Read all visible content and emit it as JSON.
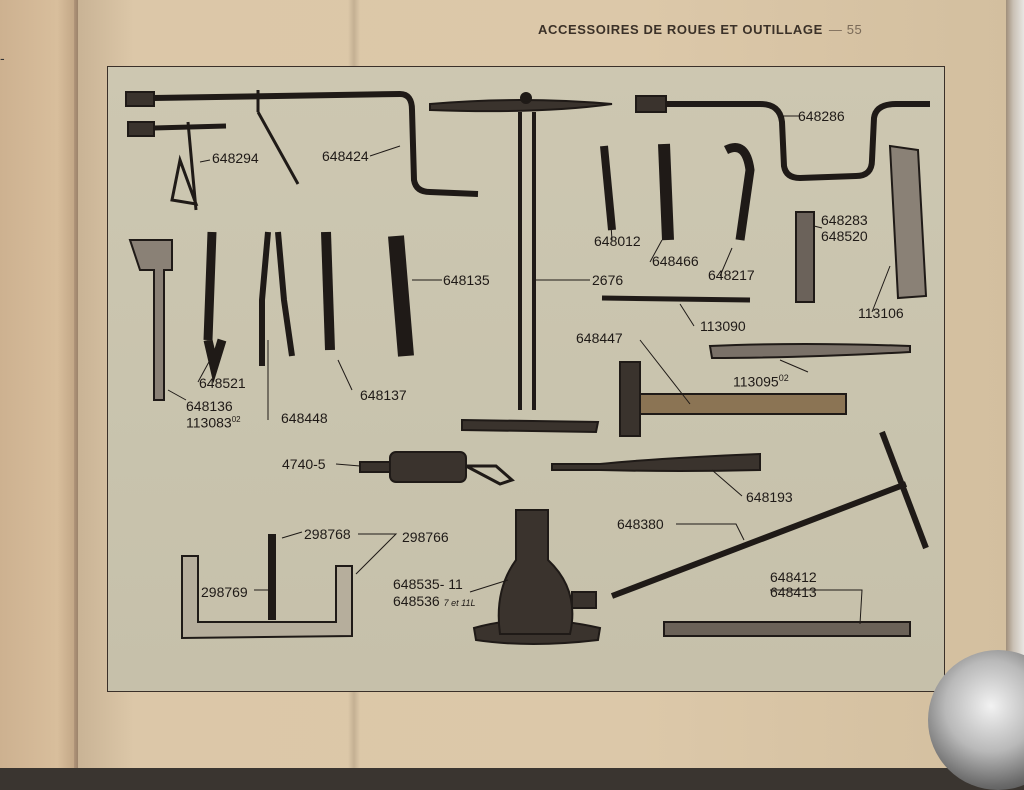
{
  "header": {
    "title": "ACCESSOIRES DE ROUES ET OUTILLAGE",
    "page_number": "— 55"
  },
  "parts": {
    "p648294": "648294",
    "p648424": "648424",
    "p2676": "2676",
    "p648286": "648286",
    "p648012": "648012",
    "p648466": "648466",
    "p648217": "648217",
    "p648283": "648283",
    "p648520": "648520",
    "p113106": "113106",
    "p648135": "648135",
    "p113090": "113090",
    "p648447": "648447",
    "p113095": "113095",
    "p113095_sup": "02",
    "p648521": "648521",
    "p648136": "648136",
    "p113083": "113083",
    "p113083_sup": "02",
    "p648448": "648448",
    "p648137": "648137",
    "p4740": "4740-5",
    "p648193": "648193",
    "p648380": "648380",
    "p298768": "298768",
    "p298766": "298766",
    "p298769": "298769",
    "p648535": "648535- 11",
    "p648536": "648536",
    "p648536_note": "7 et 11L",
    "p648412": "648412",
    "p648413": "648413"
  },
  "colors": {
    "plate": "#c9c4ae",
    "ink": "#1f1a17",
    "paper": "#dcc8a9"
  }
}
